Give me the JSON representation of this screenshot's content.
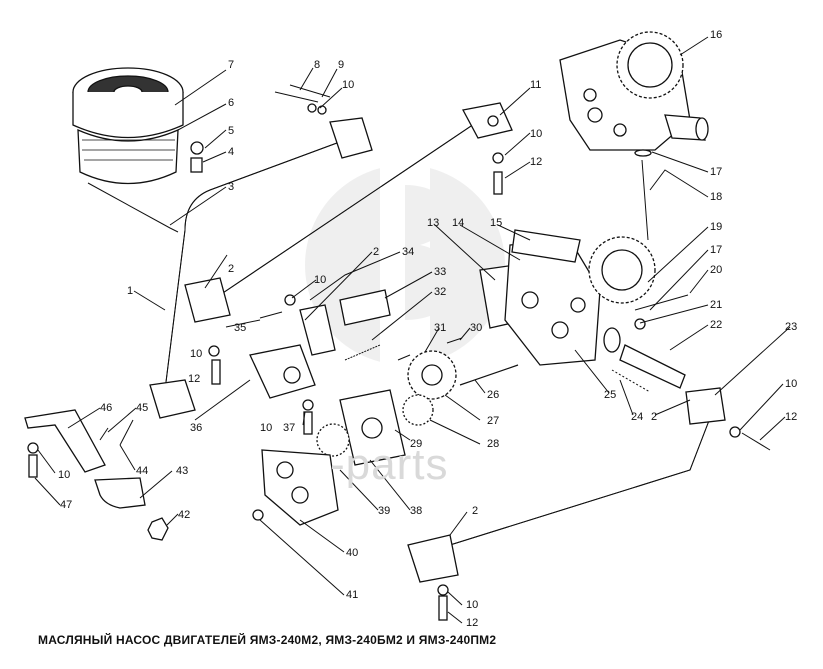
{
  "caption": "МАСЛЯНЫЙ НАСОС ДВИГАТЕЛЕЙ ЯМЗ-240М2, ЯМЗ-240БМ2 И ЯМЗ-240ПМ2",
  "watermark": "-parts",
  "callouts": [
    {
      "id": "c7",
      "label": "7"
    },
    {
      "id": "c6",
      "label": "6"
    },
    {
      "id": "c5",
      "label": "5"
    },
    {
      "id": "c4",
      "label": "4"
    },
    {
      "id": "c3",
      "label": "3"
    },
    {
      "id": "c8",
      "label": "8"
    },
    {
      "id": "c9",
      "label": "9"
    },
    {
      "id": "c10a",
      "label": "10"
    },
    {
      "id": "c11",
      "label": "11"
    },
    {
      "id": "c10b",
      "label": "10"
    },
    {
      "id": "c12a",
      "label": "12"
    },
    {
      "id": "c16",
      "label": "16"
    },
    {
      "id": "c17a",
      "label": "17"
    },
    {
      "id": "c18",
      "label": "18"
    },
    {
      "id": "c13",
      "label": "13"
    },
    {
      "id": "c14",
      "label": "14"
    },
    {
      "id": "c15",
      "label": "15"
    },
    {
      "id": "c19",
      "label": "19"
    },
    {
      "id": "c17b",
      "label": "17"
    },
    {
      "id": "c20",
      "label": "20"
    },
    {
      "id": "c21",
      "label": "21"
    },
    {
      "id": "c22",
      "label": "22"
    },
    {
      "id": "c23",
      "label": "23"
    },
    {
      "id": "c2a",
      "label": "2"
    },
    {
      "id": "c2b",
      "label": "2"
    },
    {
      "id": "c34",
      "label": "34"
    },
    {
      "id": "c10c",
      "label": "10"
    },
    {
      "id": "c33",
      "label": "33"
    },
    {
      "id": "c32",
      "label": "32"
    },
    {
      "id": "c1",
      "label": "1"
    },
    {
      "id": "c35",
      "label": "35"
    },
    {
      "id": "c31",
      "label": "31"
    },
    {
      "id": "c30",
      "label": "30"
    },
    {
      "id": "c10d",
      "label": "10"
    },
    {
      "id": "c12b",
      "label": "12"
    },
    {
      "id": "c26",
      "label": "26"
    },
    {
      "id": "c25",
      "label": "25"
    },
    {
      "id": "c24",
      "label": "24"
    },
    {
      "id": "c2c",
      "label": "2"
    },
    {
      "id": "c10e",
      "label": "10"
    },
    {
      "id": "c12c",
      "label": "12"
    },
    {
      "id": "c27",
      "label": "27"
    },
    {
      "id": "c28",
      "label": "28"
    },
    {
      "id": "c29",
      "label": "29"
    },
    {
      "id": "c36",
      "label": "36"
    },
    {
      "id": "c37",
      "label": "37"
    },
    {
      "id": "c10f",
      "label": "10"
    },
    {
      "id": "c46",
      "label": "46"
    },
    {
      "id": "c45",
      "label": "45"
    },
    {
      "id": "c44",
      "label": "44"
    },
    {
      "id": "c43",
      "label": "43"
    },
    {
      "id": "c10g",
      "label": "10"
    },
    {
      "id": "c47",
      "label": "47"
    },
    {
      "id": "c42",
      "label": "42"
    },
    {
      "id": "c39",
      "label": "39"
    },
    {
      "id": "c38",
      "label": "38"
    },
    {
      "id": "c2d",
      "label": "2"
    },
    {
      "id": "c40",
      "label": "40"
    },
    {
      "id": "c41",
      "label": "41"
    },
    {
      "id": "c10h",
      "label": "10"
    },
    {
      "id": "c12d",
      "label": "12"
    }
  ]
}
